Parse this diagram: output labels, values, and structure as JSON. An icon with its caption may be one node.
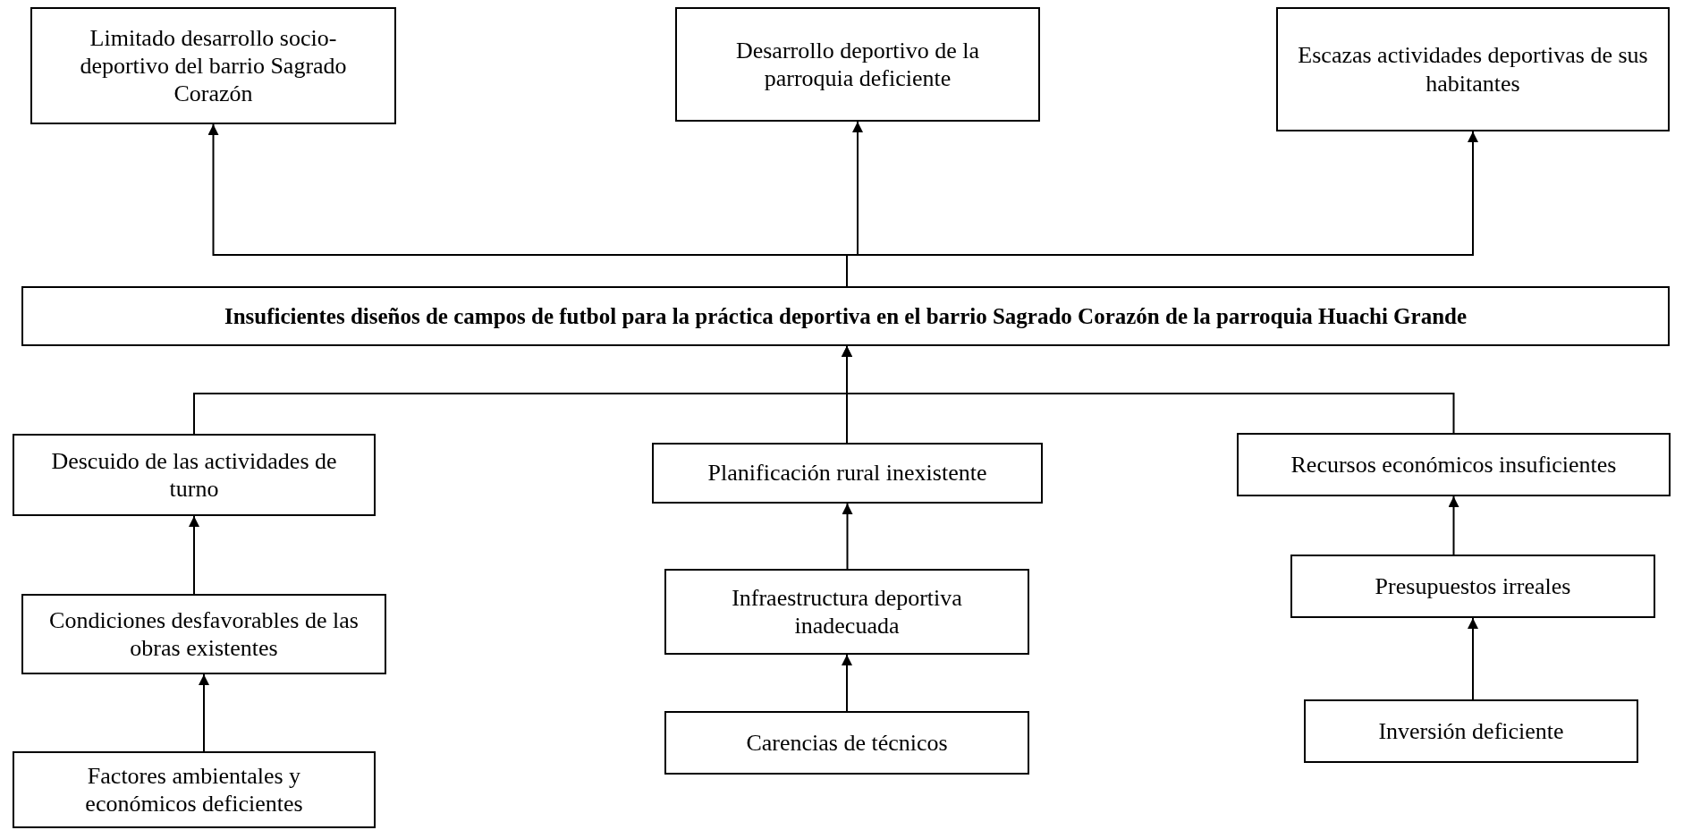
{
  "diagram": {
    "nodes": [
      {
        "text": [
          "Limitado desarrollo socio-deportivo del barrio Sagrado Corazón"
        ]
      },
      {
        "text": [
          "Desarrollo deportivo de la parroquia deficiente"
        ]
      },
      {
        "text": [
          "Escazas actividades deportivas de sus habitantes"
        ]
      },
      {
        "text": [
          "Insuficientes diseños de campos de futbol para la práctica deportiva en el barrio Sagrado Corazón de la parroquia Huachi Grande"
        ]
      },
      {
        "text": [
          "Descuido de las actividades de turno"
        ]
      },
      {
        "text": [
          "Planificación rural inexistente"
        ]
      },
      {
        "text": [
          "Recursos económicos insuficientes"
        ]
      },
      {
        "text": [
          "Condiciones desfavorables de las obras existentes"
        ]
      },
      {
        "text": [
          "Infraestructura deportiva inadecuada"
        ]
      },
      {
        "text": [
          "Presupuestos irreales"
        ]
      },
      {
        "text": [
          "Carencias de técnicos"
        ]
      },
      {
        "text": [
          "Inversión deficiente"
        ]
      },
      {
        "text": [
          "Factores ambientales y económicos deficientes"
        ]
      }
    ],
    "edges": [
      {
        "from": 3,
        "to": 0,
        "arrow": "to"
      },
      {
        "from": 3,
        "to": 1,
        "arrow": "to"
      },
      {
        "from": 3,
        "to": 2,
        "arrow": "to"
      },
      {
        "from": 4,
        "to": 3,
        "arrow": "to"
      },
      {
        "from": 5,
        "to": 3,
        "arrow": "to"
      },
      {
        "from": 6,
        "to": 3,
        "arrow": "to"
      },
      {
        "from": 7,
        "to": 4,
        "arrow": "to"
      },
      {
        "from": 12,
        "to": 7,
        "arrow": "to"
      },
      {
        "from": 8,
        "to": 5,
        "arrow": "to"
      },
      {
        "from": 10,
        "to": 8,
        "arrow": "to"
      },
      {
        "from": 9,
        "to": 6,
        "arrow": "to"
      },
      {
        "from": 11,
        "to": 9,
        "arrow": "to"
      }
    ]
  }
}
